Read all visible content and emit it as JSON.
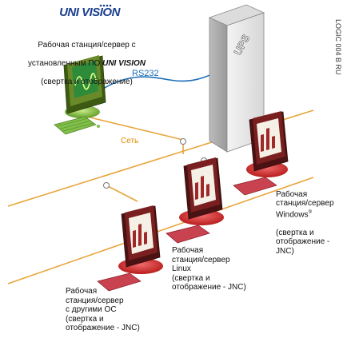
{
  "logo": {
    "text": "UNI VISION"
  },
  "labels": {
    "server_line1": "Рабочая станция/сервер с",
    "server_line2_prefix": "установленным ПО ",
    "server_line2_brand": "UNI VISION",
    "server_line3": "(свертка и отображение)",
    "rs232": "RS232",
    "ups": "UPS",
    "network": "Сеть",
    "windows_main": "Рабочая\nстанция/сервер\nWindows",
    "windows_mark": "®",
    "windows_tail": "(свертка и\nотображение -\nJNC)",
    "linux": "Рабочая\nстанция/сервер\nLinux\n(свертка и\nотображение - JNC)",
    "other_os": "Рабочая\nстанция/сервер\nс другими ОС\n(свертка и\nотображение - JNC)",
    "side_code": "LOGIC 004 B RU"
  },
  "colors": {
    "network_line": "#e8a53a",
    "rs232_line": "#1e6fb8",
    "monitor_body": "#7a1f1f",
    "server_monitor": "#6a8a2a",
    "server_screen": "#2e8b3a",
    "keyboard_red": "#c8424f",
    "keyboard_green": "#7fbf4a",
    "brand_blue": "#1b3f8f"
  }
}
